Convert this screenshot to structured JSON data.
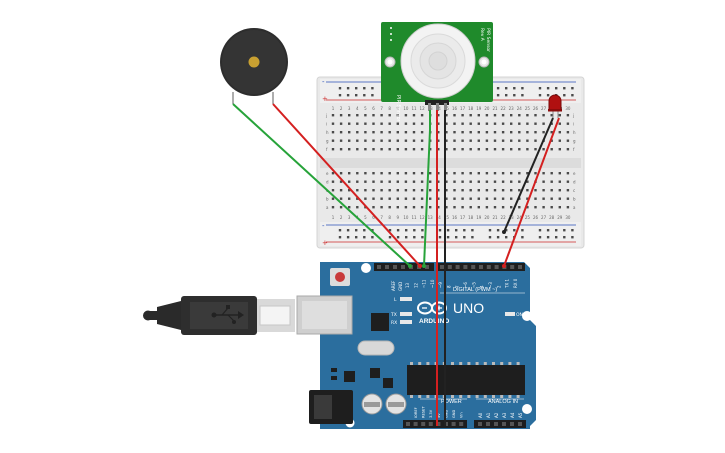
{
  "canvas": {
    "background": "#ffffff"
  },
  "components": {
    "buzzer": {
      "name": "Piezo Buzzer",
      "icon": "buzzer-icon"
    },
    "pir_sensor": {
      "name": "PIR Sensor",
      "label_left": "PIR Sensor",
      "label_right_top": "PIR Sensor",
      "label_right_bottom": "Rev A",
      "color": "#1f8a2b"
    },
    "breadboard": {
      "name": "Breadboard",
      "column_numbers": [
        "1",
        "2",
        "3",
        "4",
        "5",
        "6",
        "7",
        "8",
        "9",
        "10",
        "11",
        "12",
        "13",
        "14",
        "15",
        "16",
        "17",
        "18",
        "19",
        "20",
        "21",
        "22",
        "23",
        "24",
        "25",
        "26",
        "27",
        "28",
        "29",
        "30"
      ],
      "row_letters_top": [
        "j",
        "i",
        "h",
        "g",
        "f"
      ],
      "row_letters_bottom": [
        "e",
        "d",
        "c",
        "b",
        "a"
      ],
      "rail_plus": "+",
      "rail_minus": "-"
    },
    "led": {
      "name": "Red LED",
      "color": "#b01010"
    },
    "arduino": {
      "name": "Arduino UNO",
      "brand": "ARDUINO",
      "model": "UNO",
      "digital_label": "DIGITAL (PWM ~)",
      "power_label": "POWER",
      "analog_label": "ANALOG IN",
      "on_label": "ON",
      "l_label": "L",
      "tx_label": "TX",
      "rx_label": "RX",
      "aref_label": "AREF",
      "gnd_label": "GND",
      "digital_pins": [
        "13",
        "12",
        "~11",
        "~10",
        "~9",
        "8",
        "7",
        "~6",
        "~5",
        "4",
        "~3",
        "2",
        "TX 1",
        "RX 0"
      ],
      "power_pins": [
        "IOREF",
        "RESET",
        "3.3V",
        "5V",
        "GND",
        "GND",
        "Vin"
      ],
      "analog_pins": [
        "A0",
        "A1",
        "A2",
        "A3",
        "A4",
        "A5"
      ],
      "board_color": "#2b6e9e"
    },
    "usb_cable": {
      "name": "USB Cable"
    }
  },
  "wires": [
    {
      "name": "buzzer-green",
      "color": "#27a33a"
    },
    {
      "name": "buzzer-red",
      "color": "#d42020"
    },
    {
      "name": "pir-green",
      "color": "#27a33a"
    },
    {
      "name": "pir-red",
      "color": "#d42020"
    },
    {
      "name": "pir-black",
      "color": "#222222"
    },
    {
      "name": "led-black",
      "color": "#222222"
    },
    {
      "name": "led-red",
      "color": "#d42020"
    }
  ]
}
